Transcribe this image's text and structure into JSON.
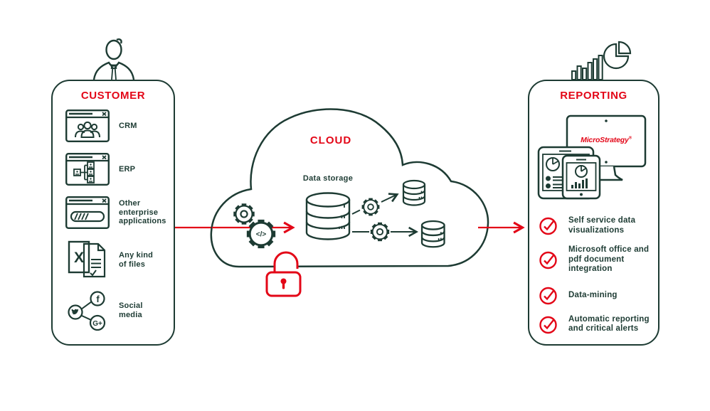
{
  "colors": {
    "dark": "#1d3b33",
    "red": "#e30617"
  },
  "customer": {
    "title": "CUSTOMER",
    "items": [
      {
        "icon": "crm-window-icon",
        "label": "CRM"
      },
      {
        "icon": "erp-window-icon",
        "label": "ERP"
      },
      {
        "icon": "enterprise-app-window-icon",
        "label": "Other enterprise applications"
      },
      {
        "icon": "files-icon",
        "label": "Any kind of files",
        "file_letter": "X"
      },
      {
        "icon": "social-network-icon",
        "label": "Social media",
        "facebook_letter": "f",
        "google_plus_letter": "G+"
      }
    ]
  },
  "cloud": {
    "title": "CLOUD",
    "data_storage_label": "Data storage",
    "code_gear_symbol": "</>"
  },
  "reporting": {
    "title": "REPORTING",
    "brand": "MicroStrategy",
    "brand_mark": "®",
    "features": [
      {
        "label": "Self service data visualizations"
      },
      {
        "label": "Microsoft office and pdf document integration"
      },
      {
        "label": "Data-mining"
      },
      {
        "label": "Automatic reporting and critical alerts"
      }
    ]
  }
}
